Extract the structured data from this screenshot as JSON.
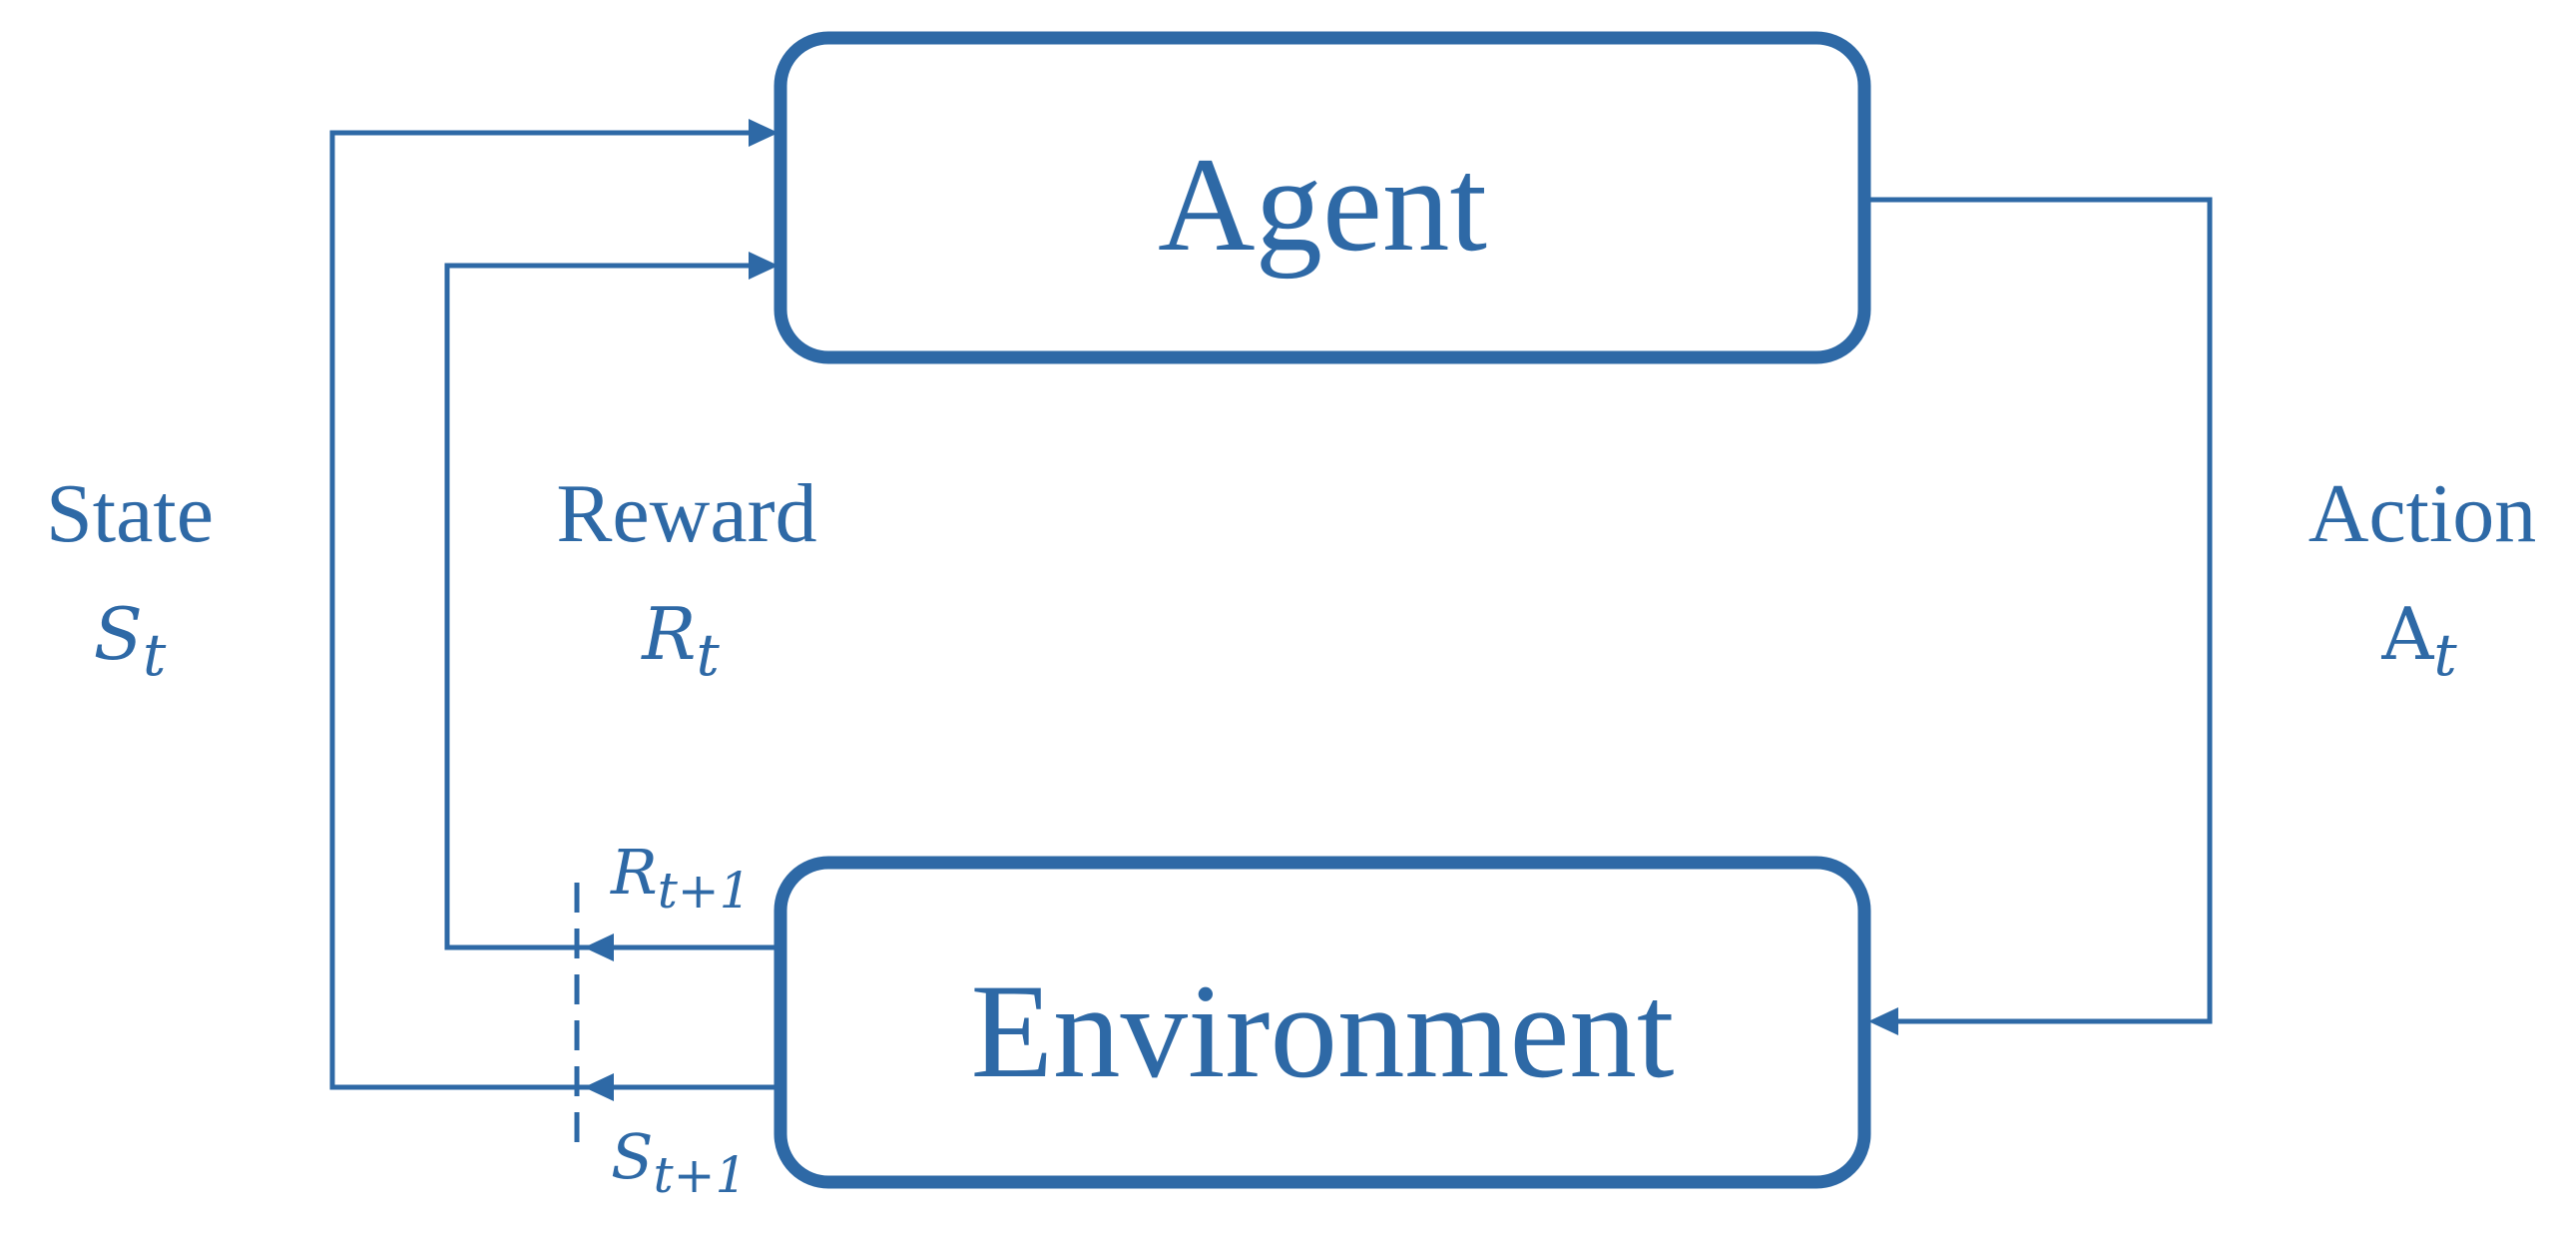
{
  "diagram": {
    "nodes": {
      "agent": {
        "label": "Agent"
      },
      "environment": {
        "label": "Environment"
      }
    },
    "signals": {
      "state": {
        "label": "State",
        "symbol_base": "S",
        "symbol_sub": "t"
      },
      "reward": {
        "label": "Reward",
        "symbol_base": "R",
        "symbol_sub": "t"
      },
      "action": {
        "label": "Action",
        "symbol_base": "A",
        "symbol_sub": "t"
      },
      "next_reward": {
        "symbol_base": "R",
        "symbol_sub": "t+1"
      },
      "next_state": {
        "symbol_base": "S",
        "symbol_sub": "t+1"
      }
    },
    "colors": {
      "stroke": "#2e69a6",
      "text": "#2e69a6",
      "background": "#ffffff"
    }
  }
}
